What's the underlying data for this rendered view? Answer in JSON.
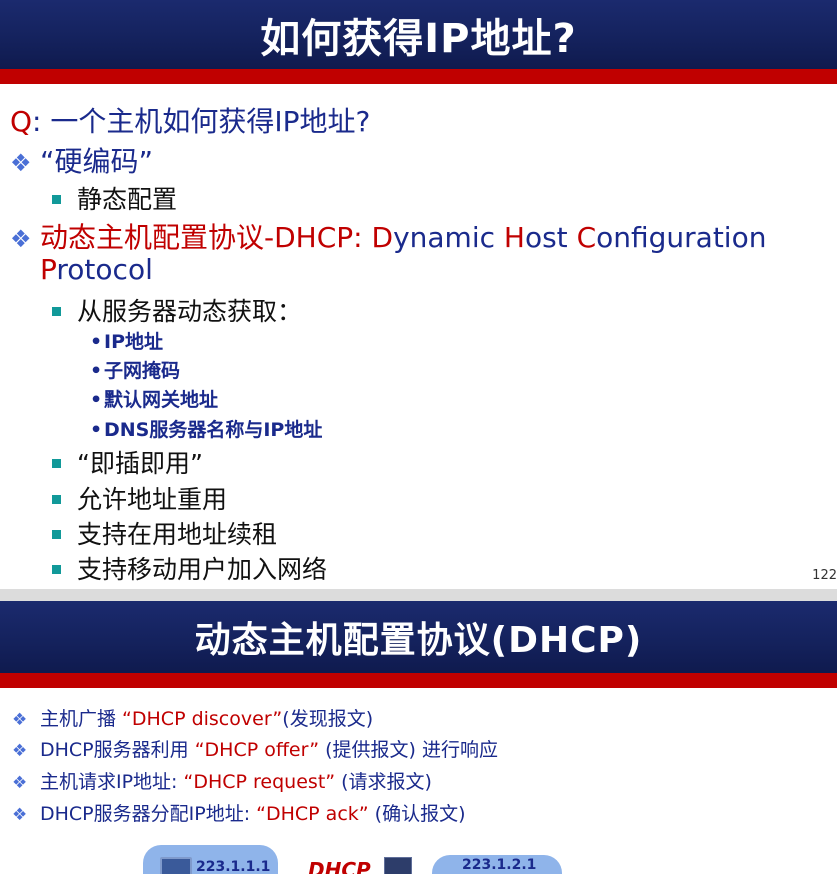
{
  "slide1": {
    "title": "如何获得IP地址?",
    "question_prefix": "Q",
    "question_text": ": 一个主机如何获得IP地址?",
    "item1": "“硬编码”",
    "item1_sub": "静态配置",
    "item2_part1": "动态主机配置协议-DHCP: ",
    "item2_D": "D",
    "item2_ynamic": "ynamic ",
    "item2_H": "H",
    "item2_ost": "ost ",
    "item2_C": "C",
    "item2_onfiguration": "onfiguration",
    "item2_P": "P",
    "item2_rotocol": "rotocol",
    "sub_items": [
      "从服务器动态获取：",
      "“即插即用”",
      "允许地址重用",
      "支持在用地址续租",
      "支持移动用户加入网络"
    ],
    "sub_sub_items": [
      "IP地址",
      "子网掩码",
      "默认网关地址",
      "DNS服务器名称与IP地址"
    ],
    "page_number": "122"
  },
  "slide2": {
    "title": "动态主机配置协议(DHCP)",
    "bullets": [
      {
        "pre": "主机广播 ",
        "hl": "“DHCP discover”",
        "post": "(发现报文)"
      },
      {
        "pre": "DHCP服务器利用 ",
        "hl": "“DHCP offer”",
        "post": " (提供报文) 进行响应"
      },
      {
        "pre": "主机请求IP地址: ",
        "hl": "“DHCP request”",
        "post": " (请求报文)"
      },
      {
        "pre": "DHCP服务器分配IP地址: ",
        "hl": "“DHCP ack”",
        "post": " (确认报文)"
      }
    ],
    "diagram": {
      "left_ip": "223.1.1.1",
      "center_label": "DHCP",
      "right_ip": "223.1.2.1"
    }
  },
  "colors": {
    "banner": "#15235f",
    "accent_red": "#c00000",
    "text_blue": "#1a2a8c",
    "bullet_teal": "#119999"
  }
}
